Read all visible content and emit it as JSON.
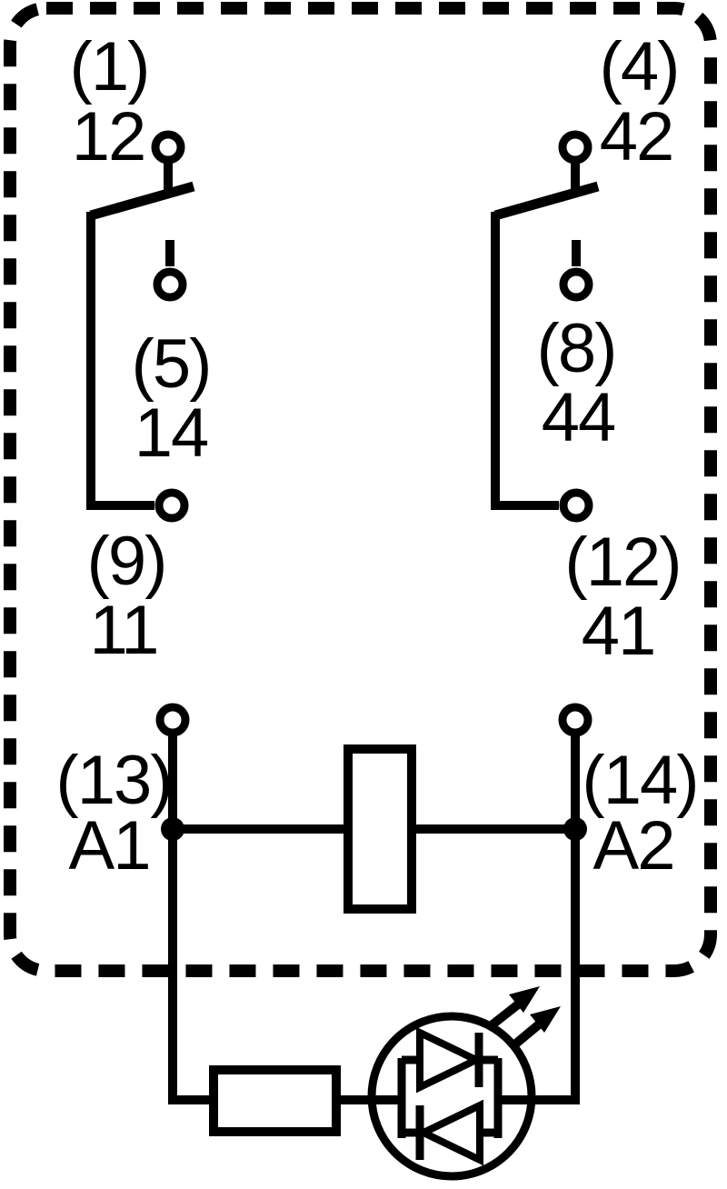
{
  "schematic": {
    "poles": [
      {
        "nc": {
          "paren": "(1)",
          "pin": "12"
        },
        "no": {
          "paren": "(5)",
          "pin": "14"
        },
        "common": {
          "paren": "(9)",
          "pin": "11"
        }
      },
      {
        "nc": {
          "paren": "(4)",
          "pin": "42"
        },
        "no": {
          "paren": "(8)",
          "pin": "44"
        },
        "common": {
          "paren": "(12)",
          "pin": "41"
        }
      }
    ],
    "coil": {
      "a1": {
        "paren": "(13)",
        "pin": "A1"
      },
      "a2": {
        "paren": "(14)",
        "pin": "A2"
      }
    },
    "colors": {
      "line": "#000000",
      "background": "#ffffff"
    }
  }
}
